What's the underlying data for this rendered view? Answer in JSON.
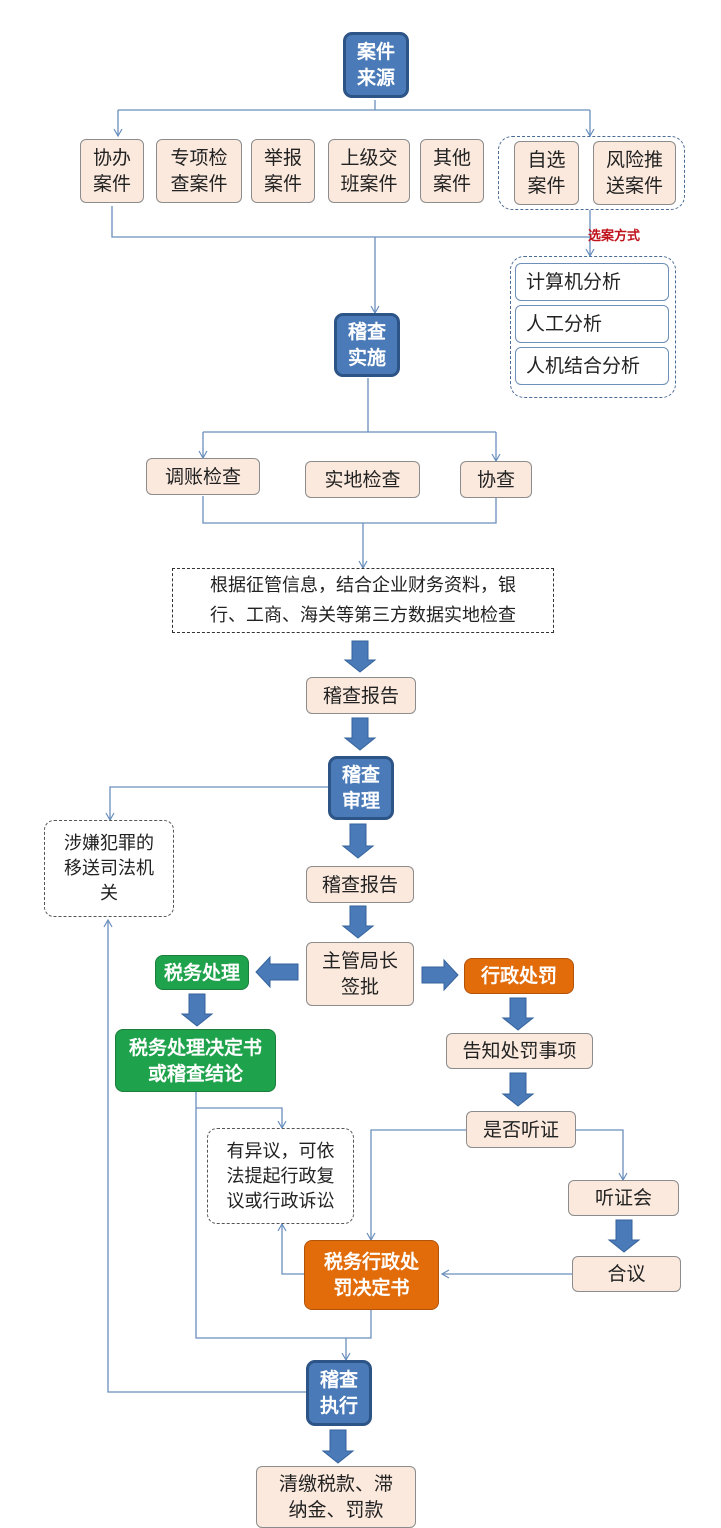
{
  "nodes": {
    "case_source": "案件\n来源",
    "assist_case": "协办\n案件",
    "special_check": "专项检\n查案件",
    "report_case": "举报\n案件",
    "superior_case": "上级交\n班案件",
    "other_case": "其他\n案件",
    "self_select": "自选\n案件",
    "risk_push": "风险推\n送案件",
    "select_method_label": "选案方式",
    "computer_analysis": "计算机分析",
    "manual_analysis": "人工分析",
    "hybrid_analysis": "人机结合分析",
    "audit_impl": "稽查\n实施",
    "account_check": "调账检查",
    "site_check": "实地检查",
    "assist_check": "协查",
    "basis_note": "根据征管信息，结合企业财务资料，银\n行、工商、海关等第三方数据实地检查",
    "audit_report_1": "稽查报告",
    "audit_review": "稽查\n审理",
    "transfer_judicial": "涉嫌犯罪的\n移送司法机\n关",
    "audit_report_2": "稽查报告",
    "director_approval": "主管局长\n签批",
    "tax_handling": "税务处理",
    "admin_penalty": "行政处罚",
    "tax_decision": "税务处理决定书\n或稽查结论",
    "notify_penalty": "告知处罚事项",
    "objection_note": "有异议，可依\n法提起行政复\n议或行政诉讼",
    "hearing_q": "是否听证",
    "hearing": "听证会",
    "deliberation": "合议",
    "penalty_decision": "税务行政处\n罚决定书",
    "audit_exec": "稽查\n执行",
    "payment": "清缴税款、滞\n纳金、罚款"
  },
  "colors": {
    "peach": "#fbe9dd",
    "blue": "#4a7ab7",
    "green": "#1fa24c",
    "orange": "#e36c0a",
    "connector": "#6a8fbd",
    "block_arrow": "#4a7ab7",
    "label_red": "#c0121b"
  }
}
